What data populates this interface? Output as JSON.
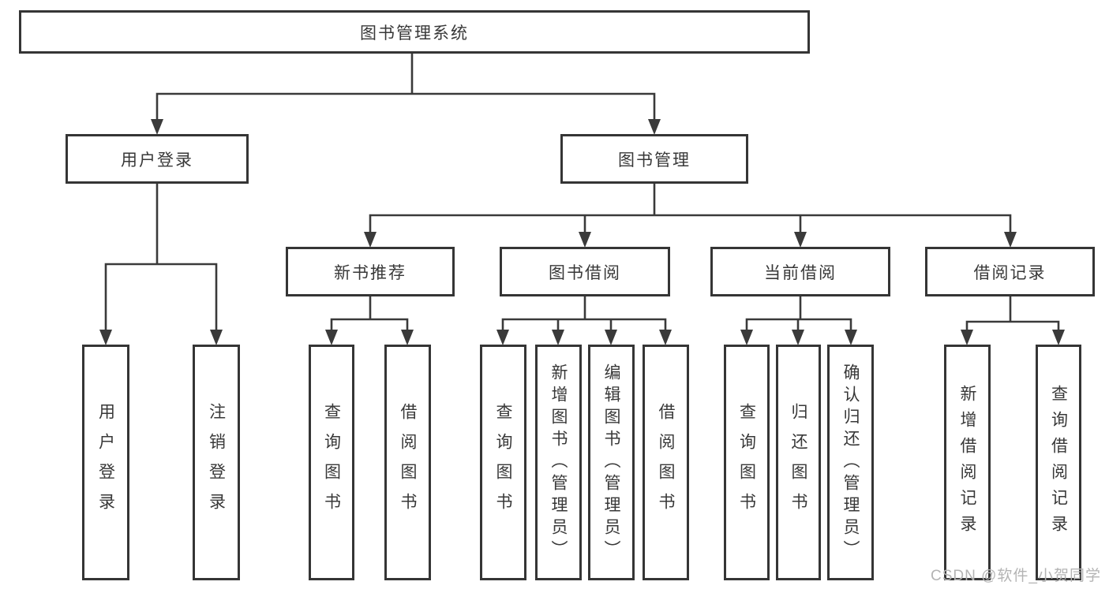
{
  "tree": {
    "label": "图书管理系统",
    "children": [
      {
        "label": "用户登录",
        "children": [
          {
            "label": "用户登录"
          },
          {
            "label": "注销登录"
          }
        ]
      },
      {
        "label": "图书管理",
        "children": [
          {
            "label": "新书推荐",
            "children": [
              {
                "label": "查询图书"
              },
              {
                "label": "借阅图书"
              }
            ]
          },
          {
            "label": "图书借阅",
            "children": [
              {
                "label": "查询图书"
              },
              {
                "label": "新增图书（管理员）"
              },
              {
                "label": "编辑图书（管理员）"
              },
              {
                "label": "借阅图书"
              }
            ]
          },
          {
            "label": "当前借阅",
            "children": [
              {
                "label": "查询图书"
              },
              {
                "label": "归还图书"
              },
              {
                "label": "确认归还（管理员）"
              }
            ]
          },
          {
            "label": "借阅记录",
            "children": [
              {
                "label": "新增借阅记录"
              },
              {
                "label": "查询借阅记录"
              }
            ]
          }
        ]
      }
    ]
  },
  "watermark": "CSDN @软件_小贺同学",
  "colors": {
    "line": "#3a3a3a",
    "box_border": "#353535",
    "text": "#383838",
    "watermark": "#b4b4b4",
    "background": "#ffffff"
  }
}
